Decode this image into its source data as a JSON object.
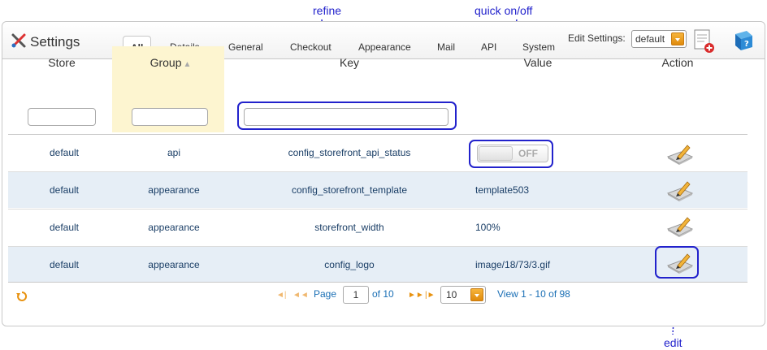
{
  "annotations": {
    "refine": "refine",
    "quick_toggle": "quick on/off",
    "edit": "edit"
  },
  "header": {
    "title": "Settings",
    "title_icon": "tools-icon",
    "tabs": [
      {
        "label": "All",
        "active": true
      },
      {
        "label": "Details",
        "active": false
      },
      {
        "label": "General",
        "active": false
      },
      {
        "label": "Checkout",
        "active": false
      },
      {
        "label": "Appearance",
        "active": false
      },
      {
        "label": "Mail",
        "active": false
      },
      {
        "label": "API",
        "active": false
      },
      {
        "label": "System",
        "active": false
      }
    ],
    "edit_settings_label": "Edit Settings:",
    "edit_settings_value": "default"
  },
  "table": {
    "columns": {
      "store": "Store",
      "group": "Group",
      "key": "Key",
      "value": "Value",
      "action": "Action"
    },
    "rows": [
      {
        "store": "default",
        "group": "api",
        "key": "config_storefront_api_status",
        "value": "",
        "toggle": "OFF"
      },
      {
        "store": "default",
        "group": "appearance",
        "key": "config_storefront_template",
        "value": "template503"
      },
      {
        "store": "default",
        "group": "appearance",
        "key": "storefront_width",
        "value": "100%"
      },
      {
        "store": "default",
        "group": "appearance",
        "key": "config_logo",
        "value": "image/18/73/3.gif"
      }
    ]
  },
  "pager": {
    "page_label": "Page",
    "page_value": "1",
    "of_label": "of 10",
    "per_page": "10",
    "view_info": "View 1 - 10 of 98"
  },
  "colors": {
    "accent": "#2222cc",
    "link": "#1a6fb5",
    "row_alt": "#e6eef6",
    "group_highlight": "#fdf5d0",
    "orange": "#e8920f"
  }
}
